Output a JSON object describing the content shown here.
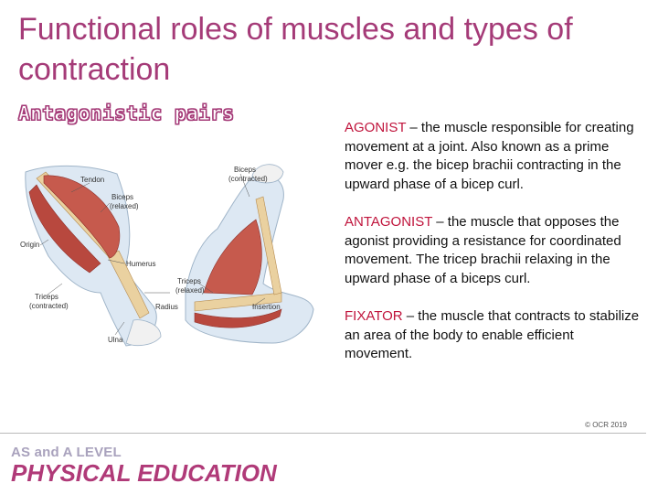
{
  "slide": {
    "title": "Functional roles of muscles and types of contraction",
    "subtitle": "Antagonistic pairs"
  },
  "diagram": {
    "labels": {
      "tendon": "Tendon",
      "biceps_relaxed_1": "Biceps",
      "biceps_relaxed_2": "(relaxed)",
      "biceps_contracted_1": "Biceps",
      "biceps_contracted_2": "(contracted)",
      "origin": "Origin",
      "humerus": "Humerus",
      "triceps_contracted_1": "Triceps",
      "triceps_contracted_2": "(contracted)",
      "triceps_relaxed_1": "Triceps",
      "triceps_relaxed_2": "(relaxed)",
      "radius": "Radius",
      "insertion": "Insertion",
      "ulna": "Ulna"
    }
  },
  "definitions": [
    {
      "term": "AGONIST",
      "text": " – the muscle responsible for creating movement at a joint. Also known as a prime mover e.g. the bicep brachii contracting in the upward phase of a bicep curl."
    },
    {
      "term": "ANTAGONIST",
      "text": " – the muscle that opposes the agonist providing a resistance for coordinated movement. The tricep brachii relaxing in the upward phase of a biceps curl."
    },
    {
      "term": "FIXATOR",
      "text": " – the muscle that contracts to stabilize an area of the body to enable efficient movement."
    }
  ],
  "footer": {
    "copyright": "© OCR 2019",
    "brand_line1": "AS and A LEVEL",
    "brand_line2": "PHYSICAL EDUCATION"
  },
  "colors": {
    "title": "#a53b78",
    "term": "#c0143c",
    "muscle": "#c0504d",
    "bone": "#e8c890"
  }
}
